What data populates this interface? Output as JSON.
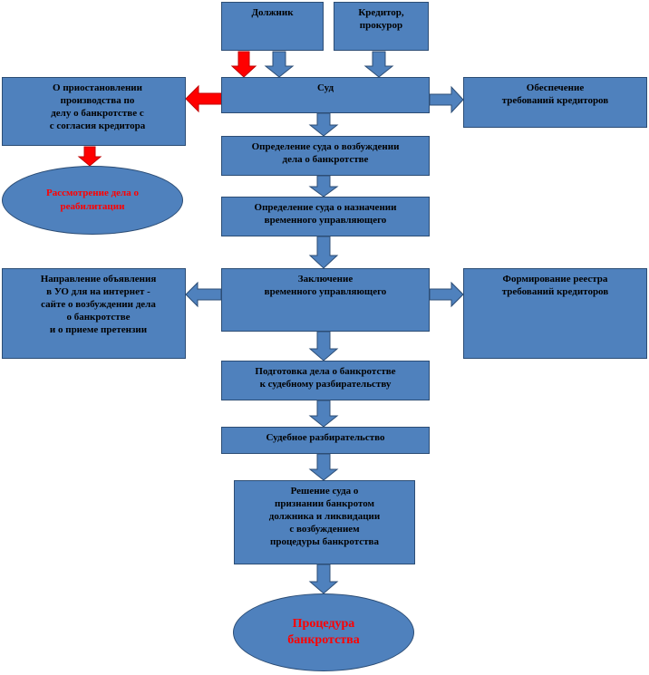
{
  "colors": {
    "box_fill": "#4f81bd",
    "box_border": "#2c4d75",
    "arrow_blue": "#4f81bd",
    "arrow_red": "#ff0000",
    "highlight_text": "#ff0000"
  },
  "nodes": {
    "debtor": "Должник",
    "creditor": "Кредитор,\nпрокурор",
    "court": "Суд",
    "suspension": "О приостановлении\nпроизводства по\nделу о банкротстве с\nс согласия кредитора",
    "securing": "Обеспечение\nтребований кредиторов",
    "rehabilitation": "Рассмотрение дела о\nреабилитации",
    "ruling_initiation": "Определение суда о возбуждении\nдела о банкротстве",
    "ruling_temp_manager": "Определение суда о назначении\nвременного управляющего",
    "announcement": "Направление объявления\nв УО для на интернет -\nсайте о возбуждении дела\nо банкротстве\nи о приеме претензии",
    "conclusion": "Заключение\nвременного управляющего",
    "registry": "Формирование реестра\nтребований кредиторов",
    "preparation": "Подготовка дела о банкротстве\nк судебному разбирательству",
    "trial": "Судебное разбирательство",
    "decision": "Решение суда о\nпризнании банкротом\nдолжника и ликвидации\nс возбуждением\nпроцедуры банкротства",
    "procedure": "Процедура\nбанкротства"
  }
}
